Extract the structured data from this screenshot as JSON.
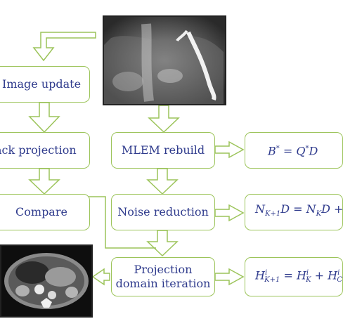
{
  "boxes": {
    "image_update": "Image update",
    "back_projection": "ack projection",
    "compare": "Compare",
    "mlem_rebuild": "MLEM rebuild",
    "noise_reduction": "Noise reduction",
    "projection_iteration_line1": "Projection",
    "projection_iteration_line2": "domain iteration"
  },
  "formulas": {
    "mlem": "B* = Q*D",
    "noise": "N_{K+1}D = N_K D +",
    "projection": "H^i_{K+1} = H^i_K + H^i_C"
  },
  "colors": {
    "box_border": "#9cc45a",
    "arrow_stroke": "#9cc45a",
    "text": "#2e3a8c"
  },
  "images": {
    "top": "x-ray-projection-image",
    "bottom": "ct-abdomen-slice-image"
  }
}
